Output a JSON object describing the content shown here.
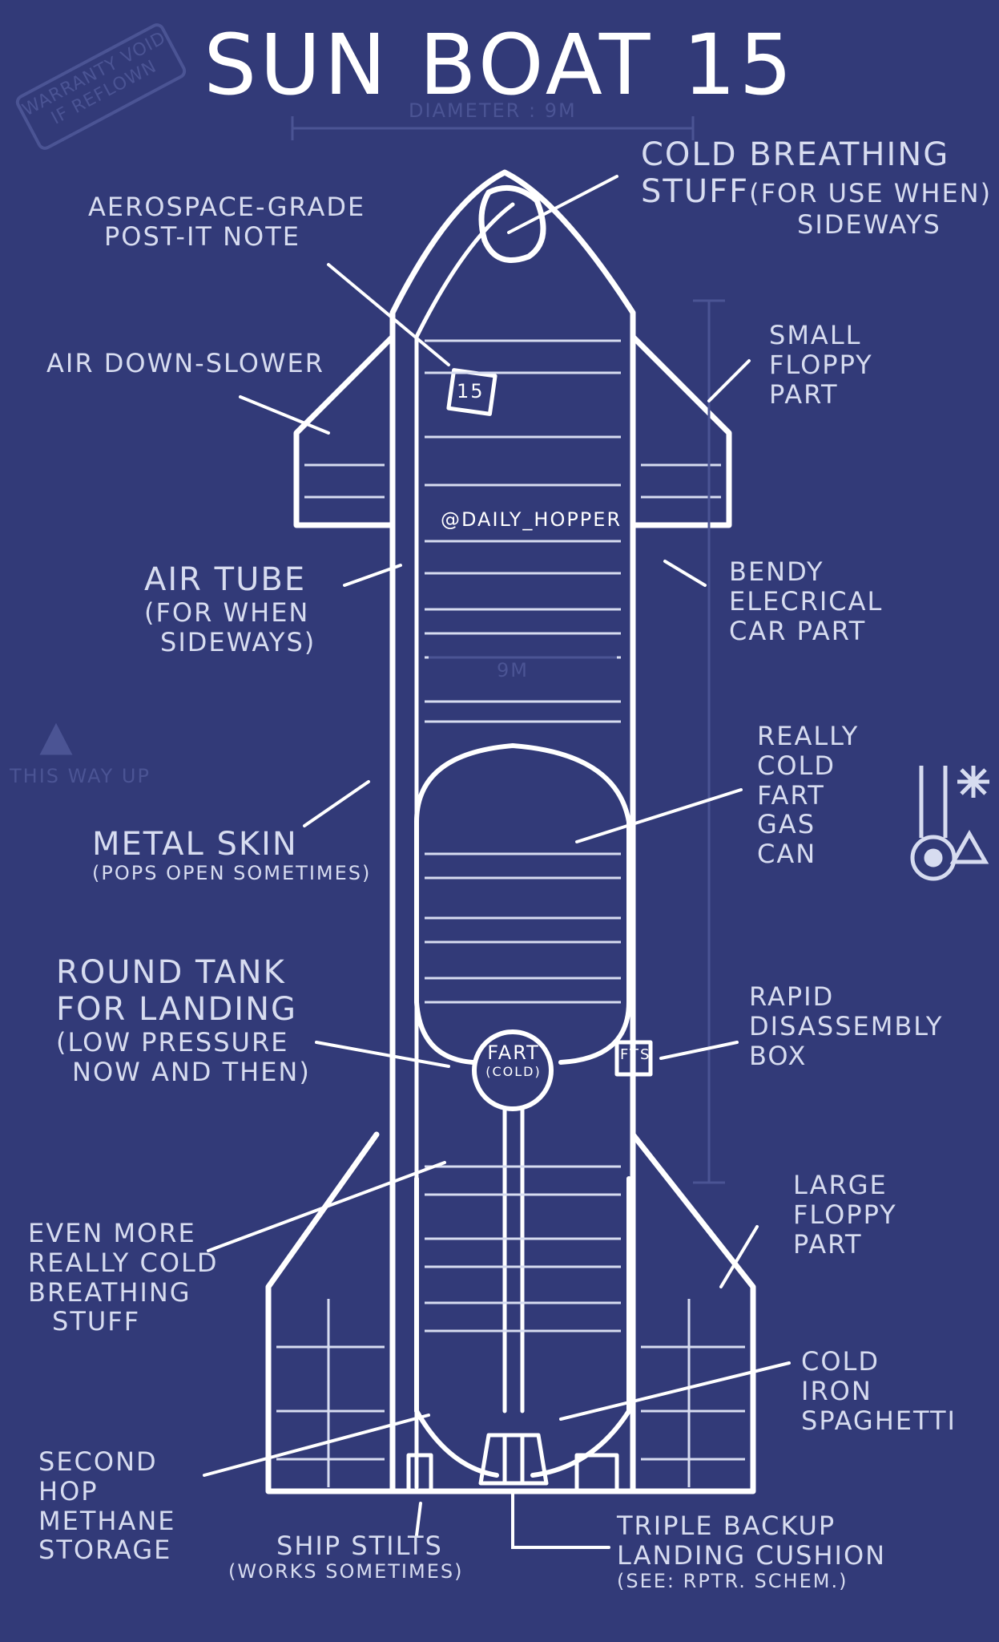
{
  "title": "SUN BOAT 15",
  "stamp": {
    "line1": "WARRANTY VOID",
    "line2": "IF REFLOWN"
  },
  "dim_top": "DIAMETER : 9m",
  "dim_mid": "9m",
  "up_marker": "THIS WAY UP",
  "handle": "@DAILY_HOPPER",
  "postit_number": "15",
  "sphere": {
    "line1": "FART",
    "line2": "(COLD)"
  },
  "fts_box": "FTS",
  "labels": {
    "cold_breathing": {
      "line1": "COLD BREATHING",
      "line2": "STUFF",
      "line2b": "(FOR USE WHEN)",
      "line3": "SIDEWAYS"
    },
    "postit": {
      "line1": "AEROSPACE-GRADE",
      "line2": "POST-IT NOTE"
    },
    "air_down": "AIR DOWN-SLOWER",
    "small_floppy": {
      "line1": "SMALL",
      "line2": "FLOPPY",
      "line3": "PART"
    },
    "air_tube": {
      "line1": "AIR TUBE",
      "line2": "(FOR WHEN",
      "line3": "SIDEWAYS)"
    },
    "bendy": {
      "line1": "BENDY",
      "line2": "ELECRICAL",
      "line3": "CAR PART"
    },
    "fart_gas": {
      "line1": "REALLY",
      "line2": "COLD",
      "line3": "FART",
      "line4": "GAS",
      "line5": "CAN"
    },
    "metal_skin": {
      "line1": "METAL SKIN",
      "line2": "(POPS OPEN SOMETIMES)"
    },
    "round_tank": {
      "line1": "ROUND TANK",
      "line2": "FOR LANDING",
      "line3": "(LOW PRESSURE",
      "line4": "NOW AND THEN)"
    },
    "rapid": {
      "line1": "RAPID",
      "line2": "DISASSEMBLY",
      "line3": "BOX"
    },
    "even_more": {
      "line1": "EVEN MORE",
      "line2": "REALLY COLD",
      "line3": "BREATHING",
      "line4": "STUFF"
    },
    "large_floppy": {
      "line1": "LARGE",
      "line2": "FLOPPY",
      "line3": "PART"
    },
    "cold_iron": {
      "line1": "COLD",
      "line2": "IRON",
      "line3": "SPAGHETTI"
    },
    "second_hop": {
      "line1": "SECOND",
      "line2": "HOP",
      "line3": "METHANE",
      "line4": "STORAGE"
    },
    "ship_stilts": {
      "line1": "SHIP STILTS",
      "line2": "(WORKS SOMETIMES)"
    },
    "triple_backup": {
      "line1": "TRIPLE BACKUP",
      "line2": "LANDING CUSHION",
      "line3": "(SEE: RPTR. SCHEM.)"
    }
  },
  "colors": {
    "background": "#323a78",
    "ink": "#ffffff",
    "label": "#d7dcf0",
    "faint": "#4b5494"
  }
}
